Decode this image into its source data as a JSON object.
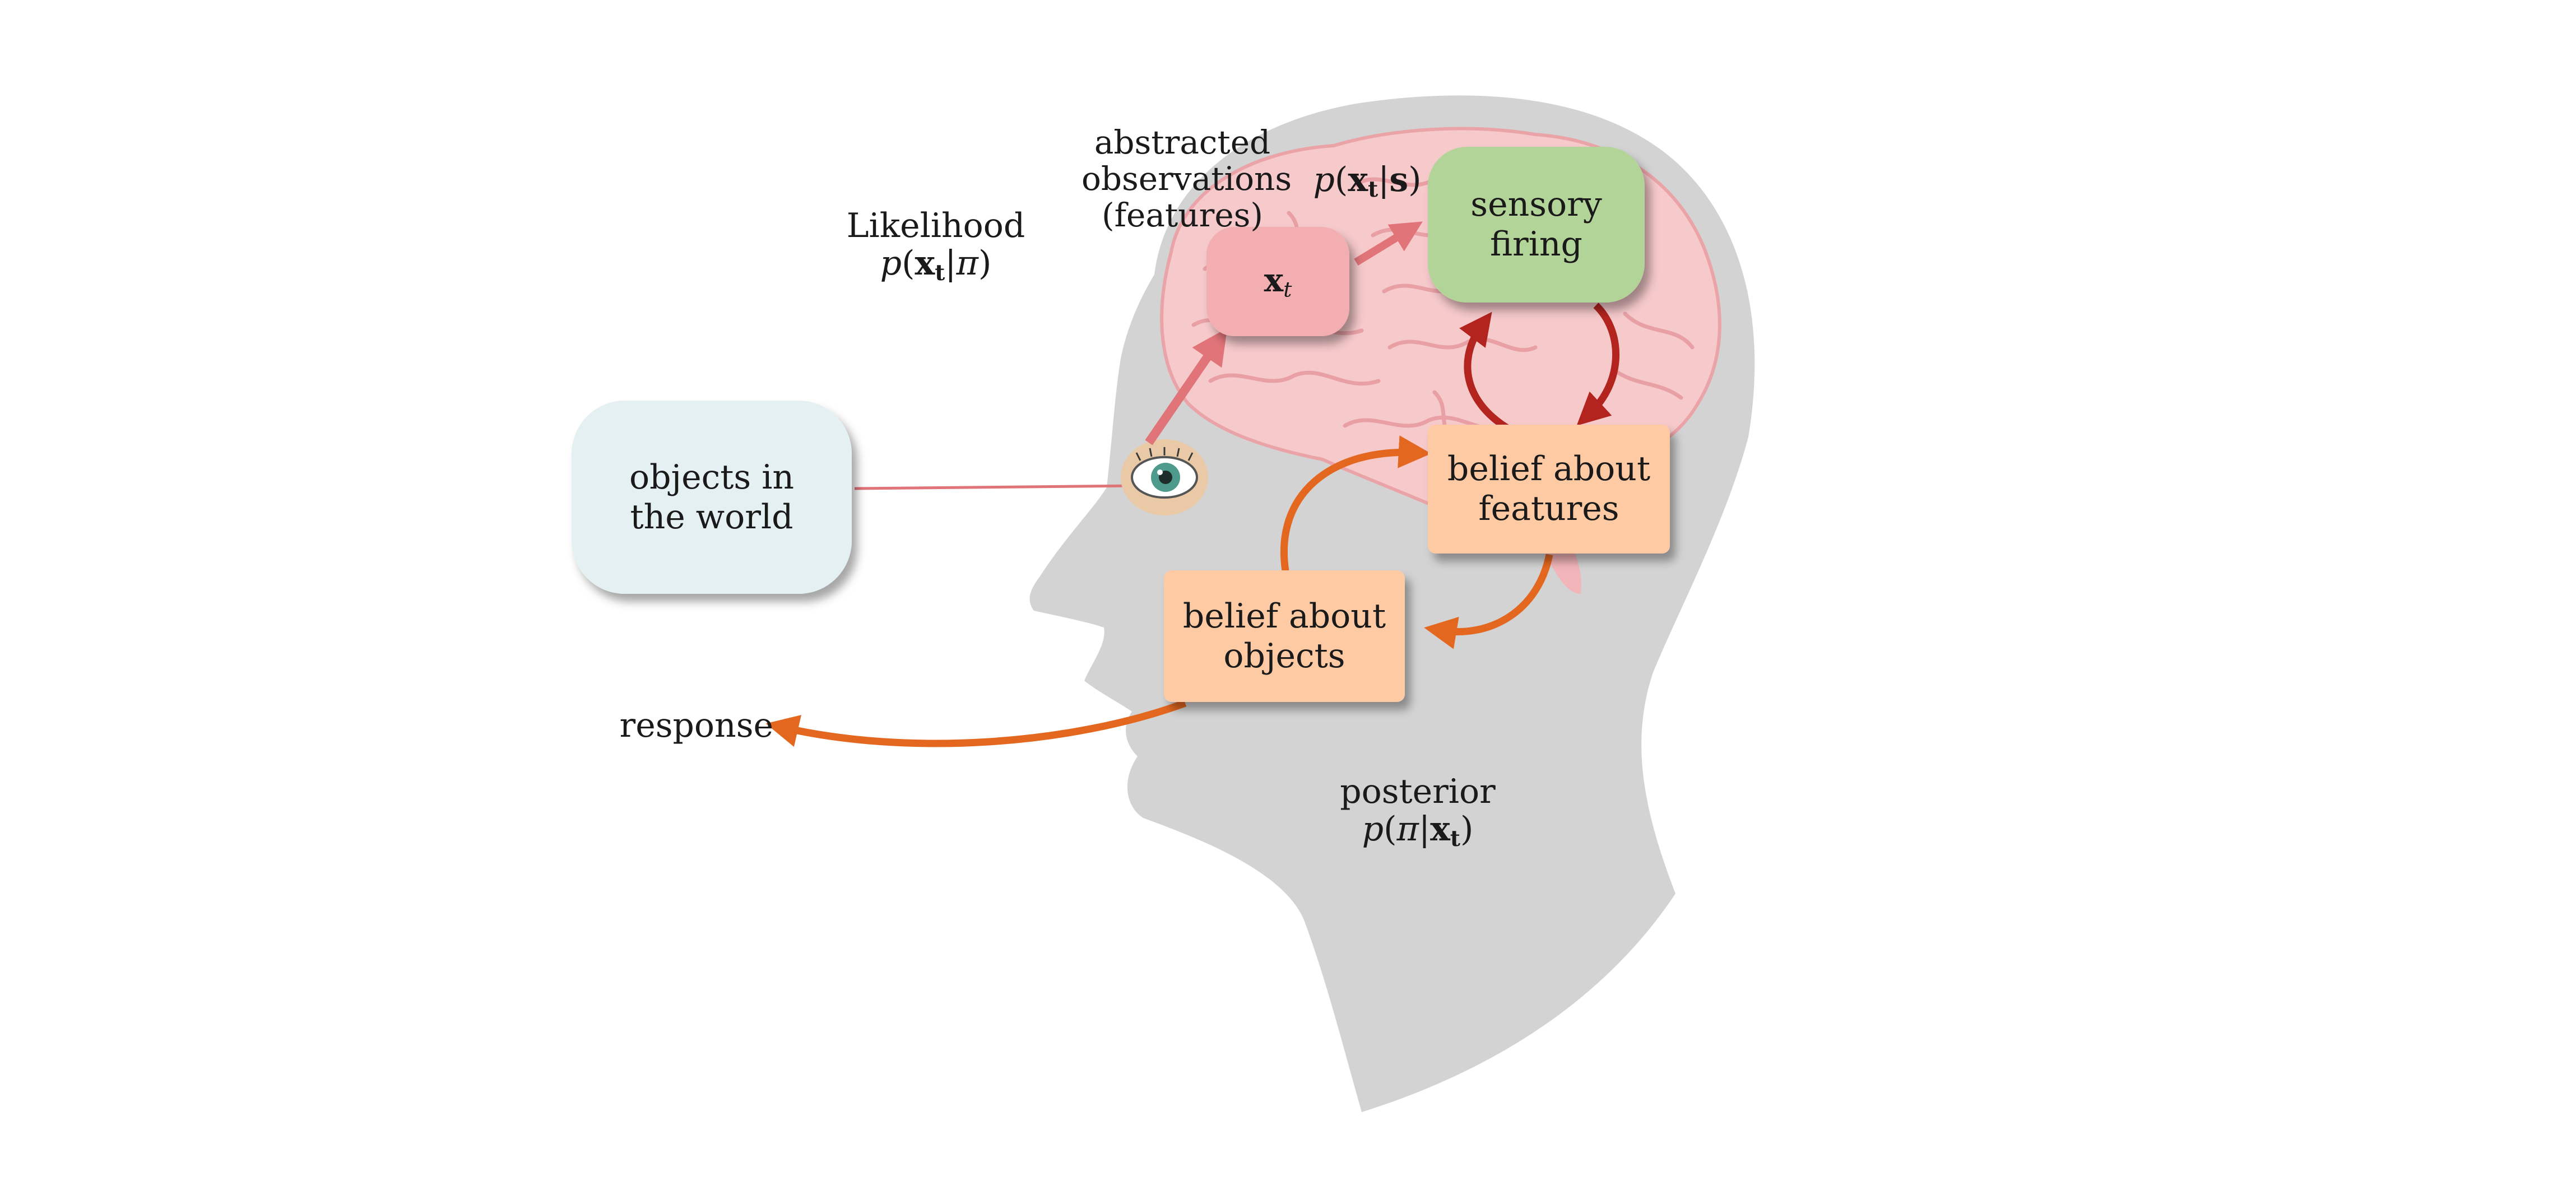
{
  "boxes": {
    "objects_world": {
      "line1": "objects in",
      "line2": "the world",
      "fill": "#e4f0f1"
    },
    "xt": {
      "base": "x",
      "sub": "t",
      "fill": "#f3aeb1"
    },
    "sensory_firing": {
      "line1": "sensory",
      "line2": "firing",
      "fill": "#b3d499"
    },
    "belief_features": {
      "line1": "belief about",
      "line2": "features",
      "fill": "#fdcaa3"
    },
    "belief_objects": {
      "line1": "belief about",
      "line2": "objects",
      "fill": "#fdcaa3"
    }
  },
  "labels": {
    "abstracted": [
      "abstracted",
      "observations",
      "(features)"
    ],
    "likelihood_title": "Likelihood",
    "likelihood_formula": {
      "p": "p",
      "x": "x",
      "t": "t",
      "given": "π"
    },
    "sensory_formula": {
      "p": "p",
      "x": "x",
      "t": "t",
      "given": "s"
    },
    "posterior_title": "posterior",
    "posterior_formula": {
      "p": "p",
      "of": "π",
      "x": "x",
      "t": "t"
    },
    "response": "response"
  },
  "colors": {
    "head": "#d3d3d3",
    "brain": "#f6c9cb",
    "brain_folds": "#eaa4a8",
    "arrow_pink": "#e07479",
    "arrow_darkred": "#b3241f",
    "arrow_orange": "#e4671f",
    "eye_ring": "#e9c9a6",
    "iris": "#4e9a8c"
  },
  "icons": {
    "eye": "eye-icon"
  }
}
